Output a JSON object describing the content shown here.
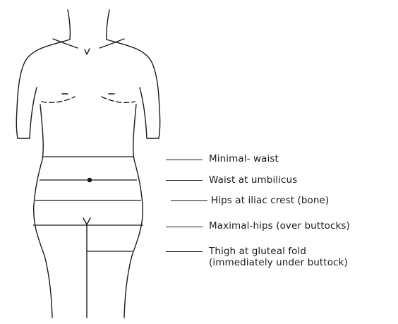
{
  "labels": {
    "minimal_waist": "Minimal- waist",
    "waist_umbilicus": "Waist at umbilicus",
    "hips_iliac": "Hips at iliac crest (bone)",
    "maximal_hips": "Maximal-hips (over buttocks)",
    "thigh_line1": "Thigh at gluteal fold",
    "thigh_line2": "(immediately under buttock)"
  },
  "colors": {
    "ink": "#1a1a1a",
    "background": "#ffffff"
  }
}
